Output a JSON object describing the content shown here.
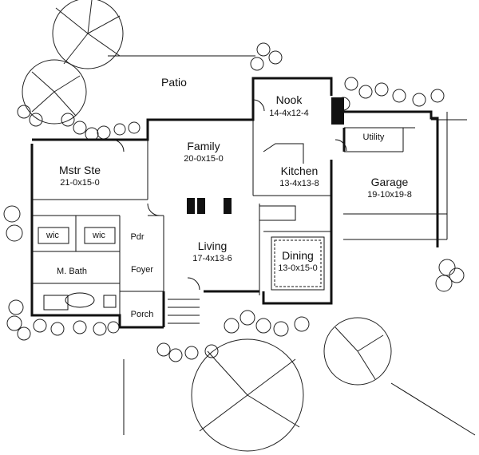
{
  "plan": {
    "rooms": [
      {
        "id": "patio",
        "name": "Patio",
        "dim": ""
      },
      {
        "id": "nook",
        "name": "Nook",
        "dim": "14-4x12-4"
      },
      {
        "id": "family",
        "name": "Family",
        "dim": "20-0x15-0"
      },
      {
        "id": "mstr-ste",
        "name": "Mstr Ste",
        "dim": "21-0x15-0"
      },
      {
        "id": "kitchen",
        "name": "Kitchen",
        "dim": "13-4x13-8"
      },
      {
        "id": "utility",
        "name": "Utility",
        "dim": ""
      },
      {
        "id": "garage",
        "name": "Garage",
        "dim": "19-10x19-8"
      },
      {
        "id": "living",
        "name": "Living",
        "dim": "17-4x13-6"
      },
      {
        "id": "dining",
        "name": "Dining",
        "dim": "13-0x15-0"
      },
      {
        "id": "m-bath",
        "name": "M. Bath",
        "dim": ""
      },
      {
        "id": "foyer",
        "name": "Foyer",
        "dim": ""
      },
      {
        "id": "porch",
        "name": "Porch",
        "dim": ""
      },
      {
        "id": "pdr",
        "name": "Pdr",
        "dim": ""
      },
      {
        "id": "wic-1",
        "name": "wic",
        "dim": ""
      },
      {
        "id": "wic-2",
        "name": "wic",
        "dim": ""
      }
    ]
  }
}
